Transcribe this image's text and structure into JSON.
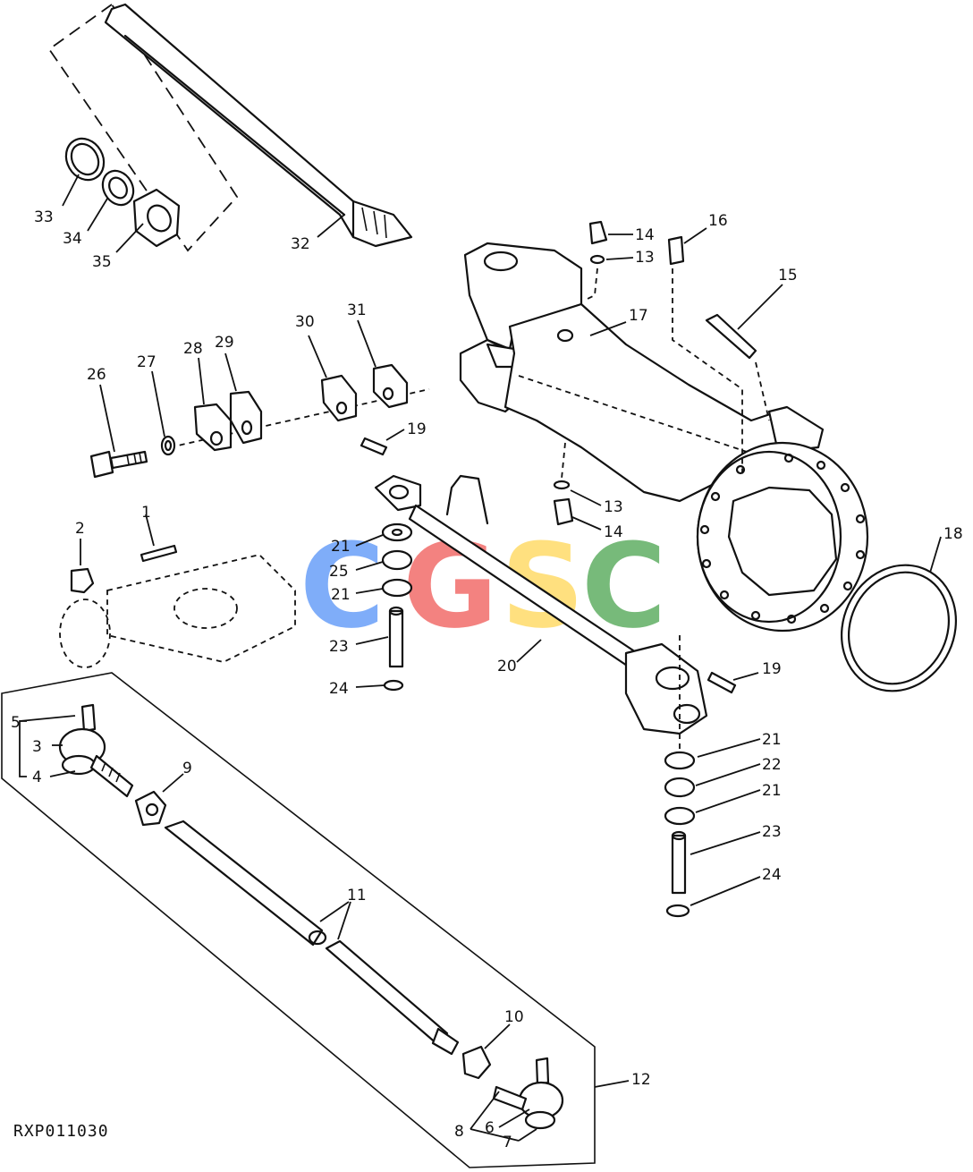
{
  "figure_code": "RXP011030",
  "watermark": {
    "letters": [
      "C",
      "G",
      "S",
      "C"
    ],
    "colors": [
      "#4f8ef7",
      "#ef5350",
      "#ffd54f",
      "#43a047"
    ]
  },
  "callouts": {
    "c1": "1",
    "c2": "2",
    "c3": "3",
    "c4": "4",
    "c5": "5",
    "c6": "6",
    "c7": "7",
    "c8": "8",
    "c9": "9",
    "c10": "10",
    "c11": "11",
    "c12": "12",
    "c13a": "13",
    "c13b": "13",
    "c14a": "14",
    "c14b": "14",
    "c15": "15",
    "c16": "16",
    "c17": "17",
    "c18": "18",
    "c19a": "19",
    "c19b": "19",
    "c20": "20",
    "c21a": "21",
    "c21b": "21",
    "c21c": "21",
    "c21d": "21",
    "c22": "22",
    "c23a": "23",
    "c23b": "23",
    "c24a": "24",
    "c24b": "24",
    "c25": "25",
    "c26": "26",
    "c27": "27",
    "c28": "28",
    "c29": "29",
    "c30": "30",
    "c31": "31",
    "c32": "32",
    "c33": "33",
    "c34": "34",
    "c35": "35"
  }
}
